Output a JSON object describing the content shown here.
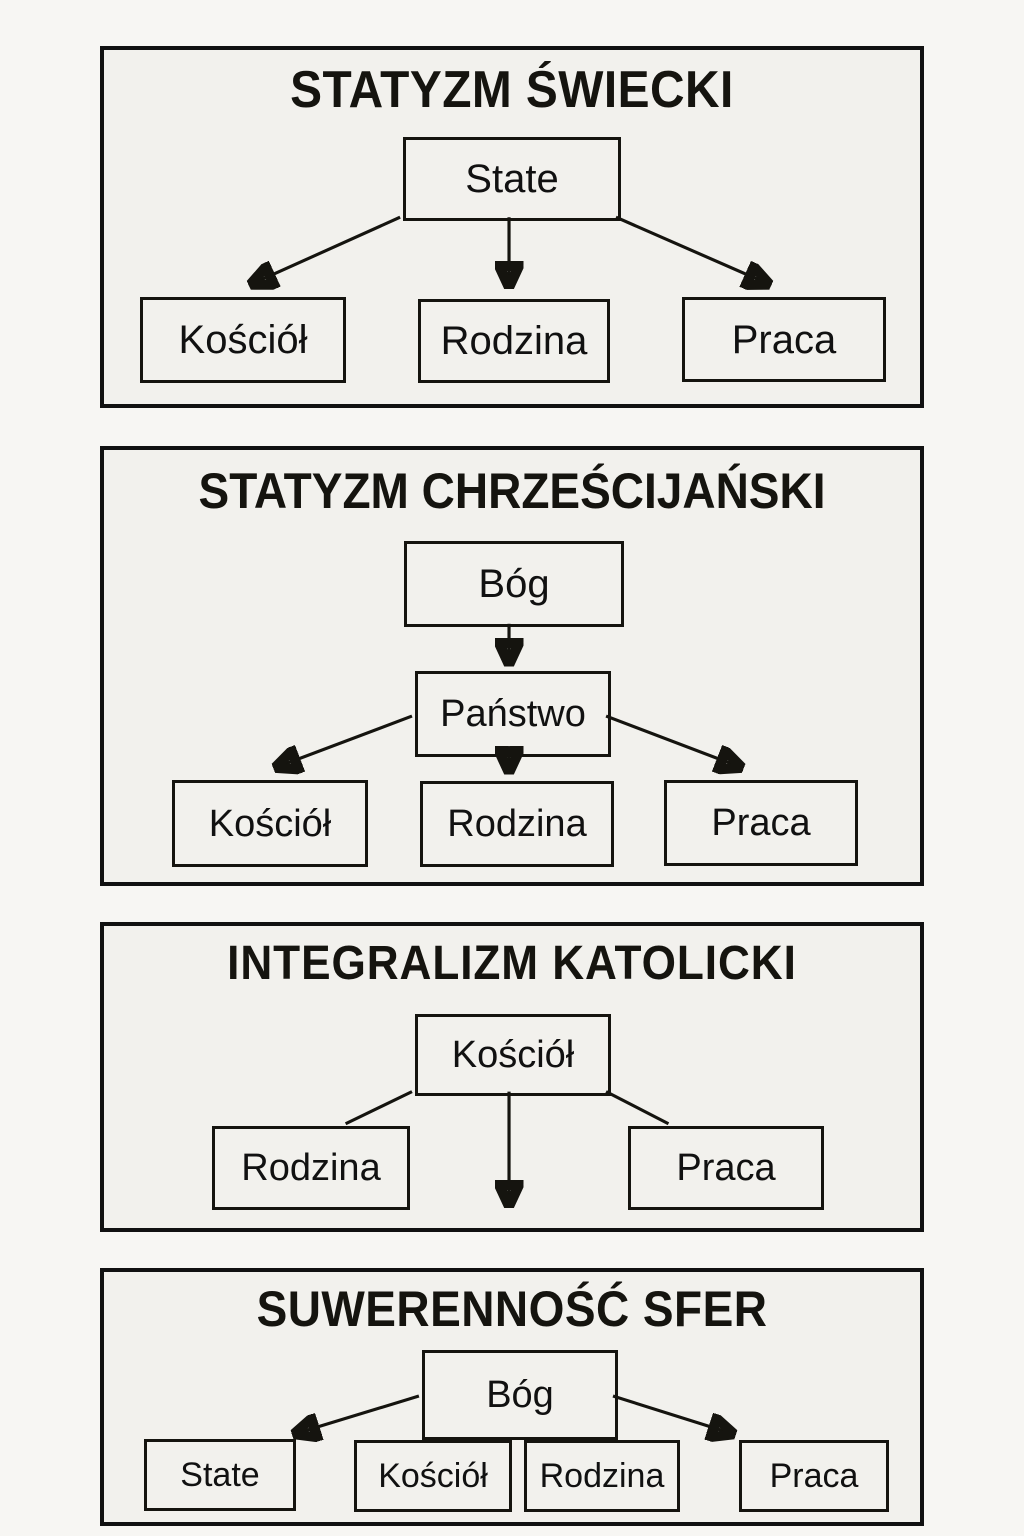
{
  "page": {
    "background_color": "#f7f6f3",
    "panel_background": "#f2f1ed",
    "line_color": "#15140f",
    "text_color": "#111111"
  },
  "panels": [
    {
      "id": "panel-1",
      "title": "STATYZM ŚWIECKI",
      "nodes": {
        "root": "State",
        "children": [
          "Kościół",
          "Rodzina",
          "Praca"
        ]
      },
      "edges": [
        {
          "from": "State",
          "to": "Kościół",
          "arrow": true
        },
        {
          "from": "State",
          "to": "Rodzina",
          "arrow": true
        },
        {
          "from": "State",
          "to": "Praca",
          "arrow": true
        }
      ]
    },
    {
      "id": "panel-2",
      "title": "STATYZM CHRZEŚCIJAŃSKI",
      "nodes": {
        "root": "Bóg",
        "middle": "Państwo",
        "children": [
          "Kościół",
          "Rodzina",
          "Praca"
        ]
      },
      "edges": [
        {
          "from": "Bóg",
          "to": "Państwo",
          "arrow": true
        },
        {
          "from": "Państwo",
          "to": "Kościół",
          "arrow": true
        },
        {
          "from": "Państwo",
          "to": "Rodzina",
          "arrow": true
        },
        {
          "from": "Państwo",
          "to": "Praca",
          "arrow": true
        }
      ]
    },
    {
      "id": "panel-3",
      "title": "INTEGRALIZM KATOLICKI",
      "nodes": {
        "root": "Kościół",
        "children": [
          "Rodzina",
          "Praca"
        ]
      },
      "edges": [
        {
          "from": "Kościół",
          "to": "Rodzina",
          "arrow": false
        },
        {
          "from": "Kościół",
          "to": "Praca",
          "arrow": false
        },
        {
          "from": "Kościół",
          "to": "",
          "arrow": true
        }
      ]
    },
    {
      "id": "panel-4",
      "title": "SUWERENNOŚĆ SFER",
      "nodes": {
        "root": "Bóg",
        "children": [
          "State",
          "Kościół",
          "Rodzina",
          "Praca"
        ]
      },
      "edges": [
        {
          "from": "Bóg",
          "to": "State",
          "arrow": true
        },
        {
          "from": "Bóg",
          "to": "Praca",
          "arrow": true
        }
      ]
    }
  ]
}
